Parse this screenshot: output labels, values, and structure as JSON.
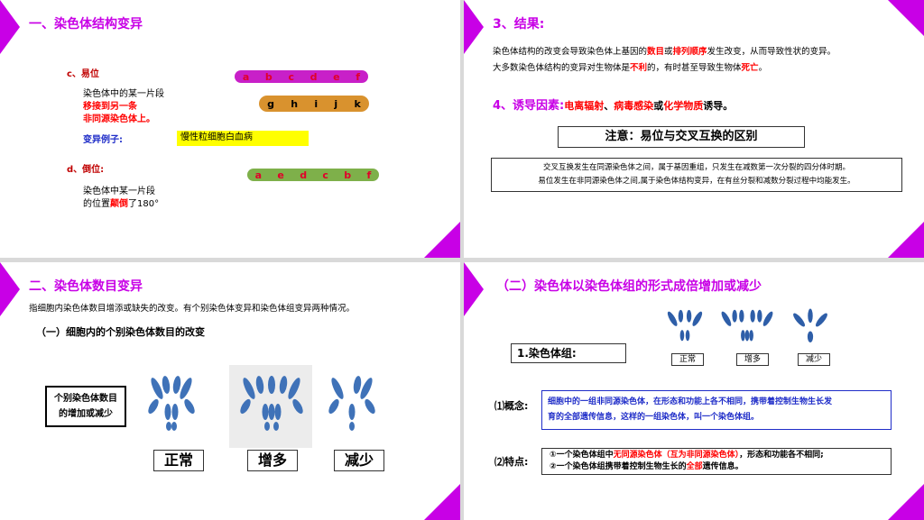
{
  "slide1": {
    "title": "一、染色体结构变异",
    "c_label": "c、易位",
    "c_desc1": "染色体中的某一片段",
    "c_desc2": "移接到另一条",
    "c_desc3": "非同源染色体上。",
    "example_label": "变异例子:",
    "example_value": "慢性粒细胞白血病",
    "chrom1_genes": [
      "a",
      "b",
      "c",
      "d",
      "e",
      "f"
    ],
    "chrom2_genes": [
      "g",
      "h",
      "i",
      "j",
      "k"
    ],
    "d_label": "d、倒位:",
    "d_desc1": "染色体中某一片段",
    "d_desc2_pre": "的位置",
    "d_desc2_red": "颠倒",
    "d_desc2_post": "了180°",
    "chrom3_genes": [
      "a",
      "e",
      "d",
      "c",
      "b",
      "f"
    ]
  },
  "slide2": {
    "title": "3、结果:",
    "line1_a": "染色体结构的改变会导致染色体上基因的",
    "line1_red1": "数目",
    "line1_b": "或",
    "line1_red2": "排列顺序",
    "line1_c": "发生改变，从而导致性状的变异。",
    "line2_a": "大多数染色体结构的变异对生物体是",
    "line2_red1": "不利",
    "line2_b": "的，有时甚至导致生物体",
    "line2_red2": "死亡",
    "line2_c": "。",
    "factor_title": "4、诱导因素:",
    "factor_red1": "电离辐射",
    "factor_sep1": "、",
    "factor_red2": "病毒感染",
    "factor_sep2": "或",
    "factor_red3": "化学物质",
    "factor_end": "诱导。",
    "note_title": "注意：易位与交叉互换的区别",
    "note_line1": "交叉互换发生在同源染色体之间，属于基因重组，只发生在减数第一次分裂的四分体时期。",
    "note_line2": "易位发生在非同源染色体之间,属于染色体结构变异，在有丝分裂和减数分裂过程中均能发生。"
  },
  "slide3": {
    "title": "二、染色体数目变异",
    "intro": "指细胞内染色体数目增添或缺失的改变。有个别染色体变异和染色体组变异两种情况。",
    "subtitle": "（一）细胞内的个别染色体数目的改变",
    "box_line1": "个别染色体数目",
    "box_line2": "的增加或减少",
    "label_normal": "正常",
    "label_more": "增多",
    "label_less": "减少"
  },
  "slide4": {
    "title": "（二）染色体以染色体组的形式成倍增加或减少",
    "label_normal": "正常",
    "label_more": "增多",
    "label_less": "减少",
    "set_label": "1.染色体组:",
    "concept_label": "⑴概念:",
    "concept_line1": "细胞中的一组非同源染色体，在形态和功能上各不相同，携带着控制生物生长发",
    "concept_line2": "育的全部遗传信息，这样的一组染色体，叫一个染色体组。",
    "feature_label": "⑵特点:",
    "feature1_a": "①一个染色体组中",
    "feature1_red": "无同源染色体（互为非同源染色体）",
    "feature1_b": "，形态和功能各不相同;",
    "feature2_a": "②一个染色体组携带着控制生物生长的",
    "feature2_red": "全部",
    "feature2_b": "遗传信息。"
  },
  "colors": {
    "accent": "#c800e6",
    "red": "#ff0000",
    "blue": "#1f2dc8",
    "chrom_purple": "#c820c8",
    "chrom_orange": "#e08a2a",
    "chrom_green": "#4a9c3a",
    "chrom_blue": "#2e5ea8",
    "highlight": "#ffff00"
  }
}
